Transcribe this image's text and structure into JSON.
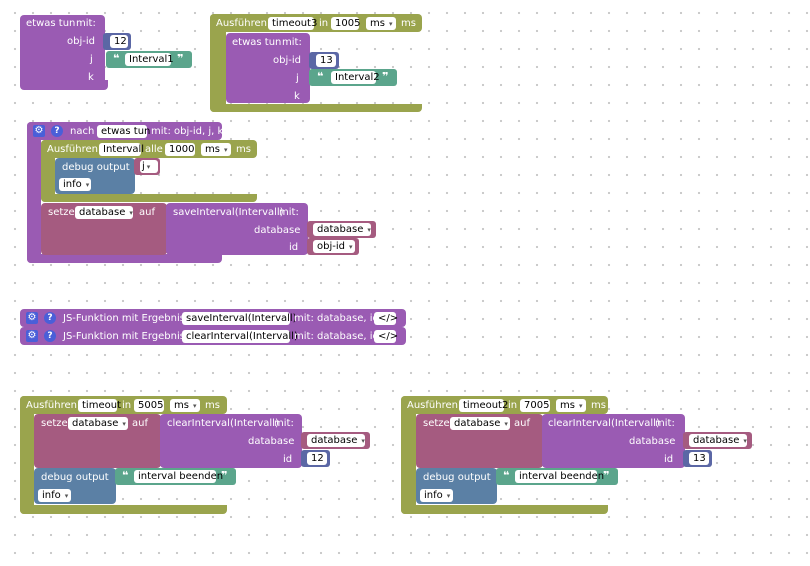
{
  "workspace": {
    "proc_def": {
      "label": "etwas tun",
      "mit": "mit:",
      "params": [
        "obj-id",
        "j",
        "k"
      ]
    },
    "timeout3_block": {
      "ausfuehren": "Ausführen",
      "name": "timeout3",
      "in": "in",
      "delay": "1005",
      "unit": "ms",
      "unit_suffix": "ms",
      "call": {
        "label": "etwas tun",
        "mit": "mit:",
        "params": [
          "obj-id",
          "j",
          "k"
        ],
        "obj_id_value": "13",
        "j_value": "Interval2"
      }
    },
    "proc_call_left": {
      "obj_id_value": "12",
      "j_value": "Interval1"
    },
    "nach_block": {
      "nach": "nach",
      "proc": "etwas tun",
      "mit": "mit: obj-id, j, k",
      "interval": {
        "ausfuehren": "Ausführen",
        "name": "Intervall",
        "alle": "alle",
        "delay": "1000",
        "unit": "ms",
        "unit_suffix": "ms",
        "debug_label": "debug output",
        "debug_var": "j",
        "debug_level": "info"
      },
      "setze": {
        "label": "setze",
        "var": "database",
        "auf": "auf",
        "func": "saveInterval(Intervall)",
        "mit": "mit:",
        "param1": "database",
        "param1_value": "database",
        "param2": "id",
        "param2_value": "obj-id"
      }
    },
    "js_functions": [
      {
        "label": "JS-Funktion mit Ergebnis",
        "name": "saveInterval(Intervall)",
        "mit": "mit: database, id",
        "code": "</>"
      },
      {
        "label": "JS-Funktion mit Ergebnis",
        "name": "clearInterval(Intervall)",
        "mit": "mit: database, id",
        "code": "</>"
      }
    ],
    "timeout_blocks": [
      {
        "ausfuehren": "Ausführen",
        "name": "timeout",
        "in": "in",
        "delay": "5005",
        "unit": "ms",
        "unit_suffix": "ms",
        "setze": "setze",
        "var": "database",
        "auf": "auf",
        "func": "clearInterval(Intervall)",
        "mit": "mit:",
        "param1": "database",
        "param1_value": "database",
        "param2": "id",
        "param2_value": "12",
        "debug_label": "debug output",
        "debug_text": "interval beenden",
        "debug_level": "info"
      },
      {
        "ausfuehren": "Ausführen",
        "name": "timeout2",
        "in": "in",
        "delay": "7005",
        "unit": "ms",
        "unit_suffix": "ms",
        "setze": "setze",
        "var": "database",
        "auf": "auf",
        "func": "clearInterval(Intervall)",
        "mit": "mit:",
        "param1": "database",
        "param1_value": "database",
        "param2": "id",
        "param2_value": "13",
        "debug_label": "debug output",
        "debug_text": "interval beenden",
        "debug_level": "info"
      }
    ]
  },
  "icons": {
    "gear": "gear-icon",
    "help": "help-icon"
  },
  "colors": {
    "procedure": "#9a5bb3",
    "timer": "#9aa44d",
    "text": "#5ba58c",
    "number": "#5b67a5",
    "debug": "#5b80a5",
    "variable": "#a55b80",
    "mutator": "#4a5fd8"
  }
}
